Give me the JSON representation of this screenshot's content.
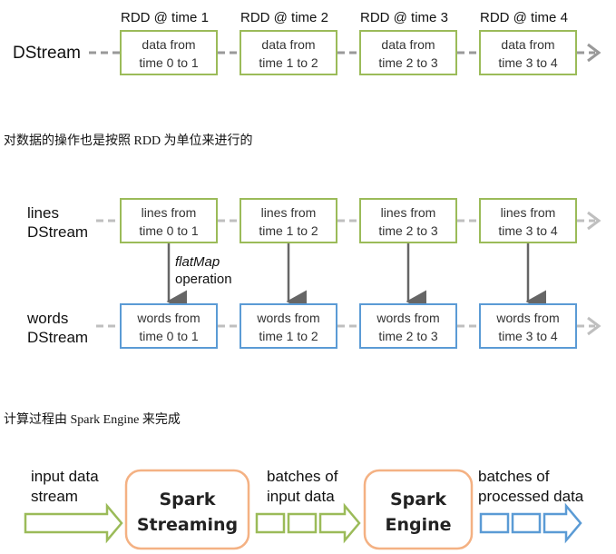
{
  "section1": {
    "stream_label": "DStream",
    "time_labels": [
      "RDD @ time 1",
      "RDD @ time 2",
      "RDD @ time 3",
      "RDD @ time 4"
    ],
    "boxes": [
      {
        "line1": "data from",
        "line2": "time 0 to 1"
      },
      {
        "line1": "data from",
        "line2": "time 1 to 2"
      },
      {
        "line1": "data from",
        "line2": "time 2 to 3"
      },
      {
        "line1": "data from",
        "line2": "time 3 to 4"
      }
    ],
    "caption": "对数据的操作也是按照 RDD 为单位来进行的"
  },
  "section2": {
    "lines_label": [
      "lines",
      "DStream"
    ],
    "words_label": [
      "words",
      "DStream"
    ],
    "lines_boxes": [
      {
        "line1": "lines from",
        "line2": "time 0 to 1"
      },
      {
        "line1": "lines from",
        "line2": "time 1 to 2"
      },
      {
        "line1": "lines from",
        "line2": "time 2 to 3"
      },
      {
        "line1": "lines from",
        "line2": "time 3 to 4"
      }
    ],
    "words_boxes": [
      {
        "line1": "words from",
        "line2": "time 0 to 1"
      },
      {
        "line1": "words from",
        "line2": "time 1 to 2"
      },
      {
        "line1": "words from",
        "line2": "time 2 to 3"
      },
      {
        "line1": "words from",
        "line2": "time 3 to 4"
      }
    ],
    "operation_name": "flatMap",
    "operation_word": "operation",
    "caption": "计算过程由 Spark Engine 来完成"
  },
  "section3": {
    "input_label": [
      "input data",
      "stream"
    ],
    "streaming_box": [
      "Spark",
      "Streaming"
    ],
    "batches_input_label": [
      "batches of",
      "input data"
    ],
    "engine_box": [
      "Spark",
      "Engine"
    ],
    "batches_processed_label": [
      "batches of",
      "processed data"
    ]
  },
  "colors": {
    "green": "#9bbb59",
    "blue": "#5b9bd5",
    "orange": "#f4b183",
    "gray_line": "#999999",
    "light_gray_line": "#bfbfbf",
    "arrow_down": "#666666"
  }
}
